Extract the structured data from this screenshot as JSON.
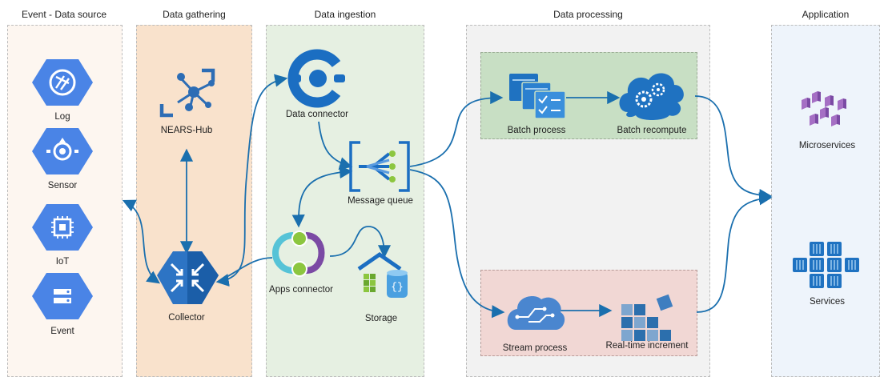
{
  "columns": [
    {
      "title": "Event - Data source"
    },
    {
      "title": "Data gathering"
    },
    {
      "title": "Data ingestion"
    },
    {
      "title": "Data processing"
    },
    {
      "title": "Application"
    }
  ],
  "sources": [
    {
      "label": "Log",
      "icon": "log-icon"
    },
    {
      "label": "Sensor",
      "icon": "sensor-icon"
    },
    {
      "label": "IoT",
      "icon": "iot-icon"
    },
    {
      "label": "Event",
      "icon": "event-icon"
    }
  ],
  "gathering": {
    "hub": {
      "label": "NEARS-Hub",
      "icon": "hub-icon"
    },
    "collector": {
      "label": "Collector",
      "icon": "collector-icon"
    }
  },
  "ingestion": {
    "data_connector": {
      "label": "Data connector",
      "icon": "data-connector-icon"
    },
    "message_queue": {
      "label": "Message queue",
      "icon": "message-queue-icon"
    },
    "apps_connector": {
      "label": "Apps connector",
      "icon": "apps-connector-icon"
    },
    "storage": {
      "label": "Storage",
      "icon": "storage-icon"
    }
  },
  "processing": {
    "batch_process": {
      "label": "Batch process",
      "icon": "batch-process-icon"
    },
    "batch_recompute": {
      "label": "Batch recompute",
      "icon": "batch-recompute-icon"
    },
    "stream_process": {
      "label": "Stream process",
      "icon": "stream-process-icon"
    },
    "realtime_increment": {
      "label": "Real-time increment",
      "icon": "realtime-increment-icon"
    }
  },
  "application": {
    "microservices": {
      "label": "Microservices",
      "icon": "microservices-icon"
    },
    "services": {
      "label": "Services",
      "icon": "services-icon"
    }
  },
  "colors": {
    "source_lane": "#fdf6f0",
    "gathering_lane": "#f9e2cc",
    "ingestion_lane": "#e6f0e2",
    "processing_lane": "#f2f2f2",
    "batch_box": "#c8dfc4",
    "stream_box": "#f1d7d4",
    "application_lane": "#eef4fb",
    "gcp_blue": "#4a84e6",
    "arrow": "#1a6fae"
  }
}
